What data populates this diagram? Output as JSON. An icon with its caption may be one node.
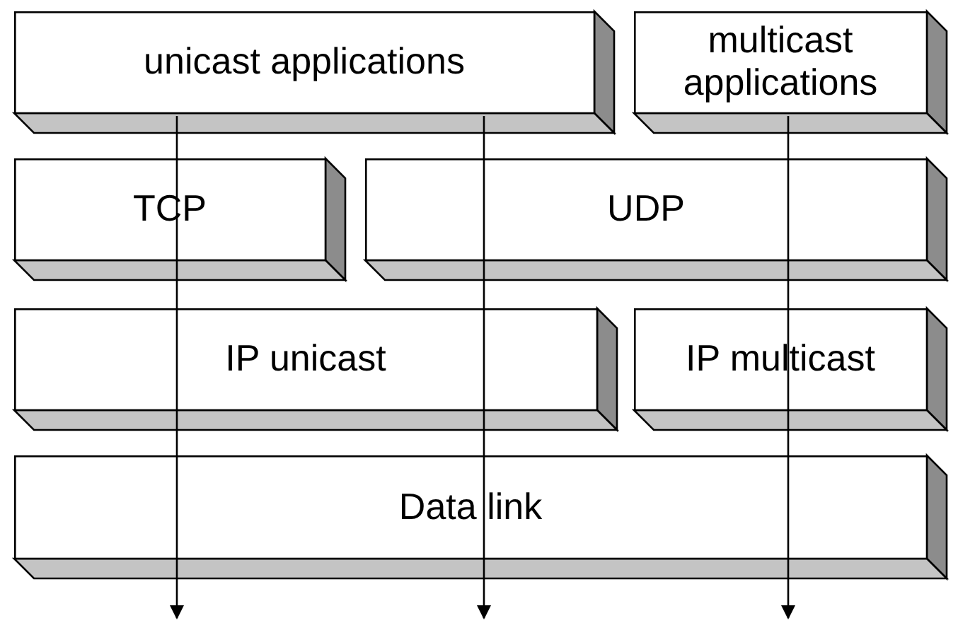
{
  "diagram": {
    "nodes": [
      {
        "text": [
          "unicast applications"
        ]
      },
      {
        "text": [
          "multicast applications"
        ]
      },
      {
        "text": [
          "TCP"
        ]
      },
      {
        "text": [
          "UDP"
        ]
      },
      {
        "text": [
          "IP unicast"
        ]
      },
      {
        "text": [
          "IP multicast"
        ]
      },
      {
        "text": [
          "Data link"
        ]
      }
    ],
    "edges": [
      {
        "from": 0,
        "to": null,
        "arrow": "to"
      },
      {
        "from": 0,
        "to": null,
        "arrow": "to"
      },
      {
        "from": 1,
        "to": null,
        "arrow": "to"
      }
    ]
  }
}
